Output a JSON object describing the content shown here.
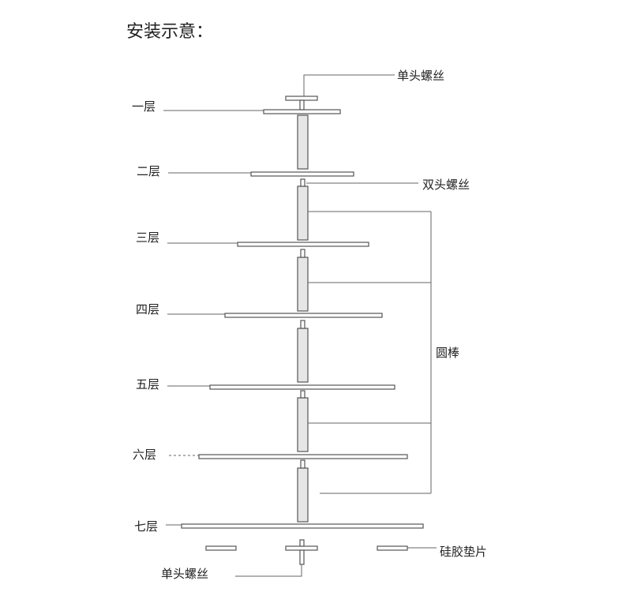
{
  "title": "安装示意：",
  "layers": [
    "一层",
    "二层",
    "三层",
    "四层",
    "五层",
    "六层",
    "七层"
  ],
  "callouts": {
    "single_screw_top": "单头螺丝",
    "double_screw": "双头螺丝",
    "round_rod": "圆棒",
    "silicone_pad": "硅胶垫片",
    "single_screw_bottom": "单头螺丝"
  }
}
